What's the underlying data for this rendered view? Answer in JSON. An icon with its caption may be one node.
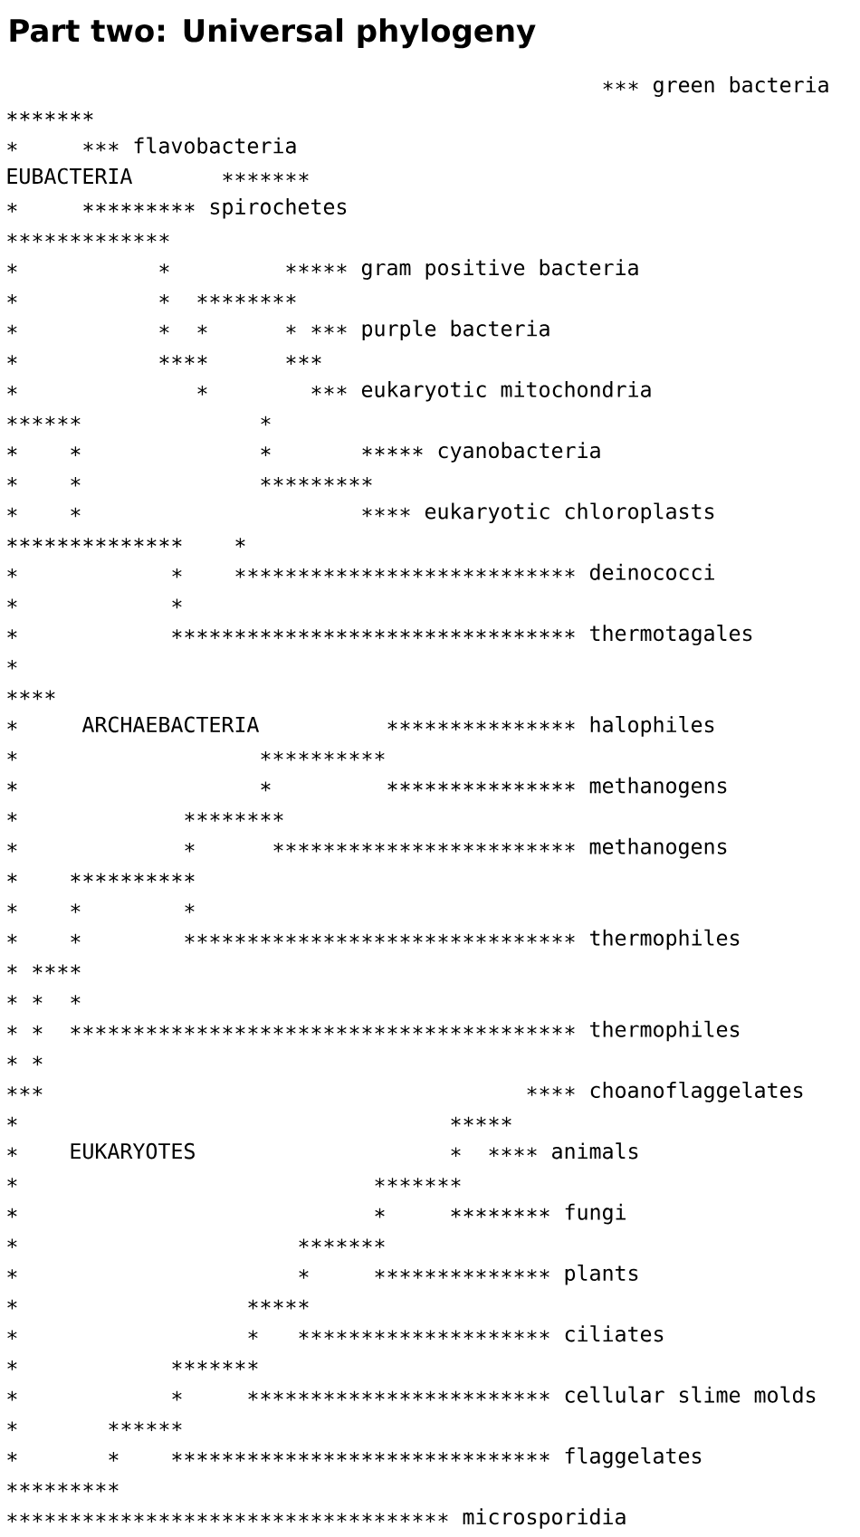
{
  "diagram": {
    "title": "Part two: Universal phylogeny",
    "labels": [
      "                                               ∗∗∗ green bacteria",
      "∗∗∗∗∗∗∗",
      "∗     ∗∗∗ flavobacteria",
      "EUBACTERIA       ∗∗∗∗∗∗∗",
      "∗     ∗∗∗∗∗∗∗∗∗ spirochetes",
      "∗∗∗∗∗∗∗∗∗∗∗∗∗",
      "∗           ∗         ∗∗∗∗∗ gram positive bacteria",
      "∗           ∗  ∗∗∗∗∗∗∗∗",
      "∗           ∗  ∗      ∗ ∗∗∗ purple bacteria",
      "∗           ∗∗∗∗      ∗∗∗",
      "∗              ∗        ∗∗∗ eukaryotic mitochondria",
      "∗∗∗∗∗∗              ∗",
      "∗    ∗              ∗       ∗∗∗∗∗ cyanobacteria",
      "∗    ∗              ∗∗∗∗∗∗∗∗∗",
      "∗    ∗                      ∗∗∗∗ eukaryotic chloroplasts",
      "∗∗∗∗∗∗∗∗∗∗∗∗∗∗    ∗",
      "∗            ∗    ∗∗∗∗∗∗∗∗∗∗∗∗∗∗∗∗∗∗∗∗∗∗∗∗∗∗∗ deinococci",
      "∗            ∗",
      "∗            ∗∗∗∗∗∗∗∗∗∗∗∗∗∗∗∗∗∗∗∗∗∗∗∗∗∗∗∗∗∗∗∗ thermotagales",
      "∗",
      "∗∗∗∗",
      "∗     ARCHAEBACTERIA          ∗∗∗∗∗∗∗∗∗∗∗∗∗∗∗ halophiles",
      "∗                   ∗∗∗∗∗∗∗∗∗∗",
      "∗                   ∗         ∗∗∗∗∗∗∗∗∗∗∗∗∗∗∗ methanogens",
      "∗             ∗∗∗∗∗∗∗∗",
      "∗             ∗      ∗∗∗∗∗∗∗∗∗∗∗∗∗∗∗∗∗∗∗∗∗∗∗∗ methanogens",
      "∗    ∗∗∗∗∗∗∗∗∗∗",
      "∗    ∗        ∗",
      "∗    ∗        ∗∗∗∗∗∗∗∗∗∗∗∗∗∗∗∗∗∗∗∗∗∗∗∗∗∗∗∗∗∗∗ thermophiles",
      "∗ ∗∗∗∗",
      "∗ ∗  ∗",
      "∗ ∗  ∗∗∗∗∗∗∗∗∗∗∗∗∗∗∗∗∗∗∗∗∗∗∗∗∗∗∗∗∗∗∗∗∗∗∗∗∗∗∗∗ thermophiles",
      "∗ ∗",
      "∗∗∗                                      ∗∗∗∗ choanoflaggelates",
      "∗                                  ∗∗∗∗∗",
      "∗    EUKARYOTES                    ∗  ∗∗∗∗ animals",
      "∗                            ∗∗∗∗∗∗∗",
      "∗                            ∗     ∗∗∗∗∗∗∗∗ fungi",
      "∗                      ∗∗∗∗∗∗∗",
      "∗                      ∗     ∗∗∗∗∗∗∗∗∗∗∗∗∗∗ plants",
      "∗                  ∗∗∗∗∗",
      "∗                  ∗   ∗∗∗∗∗∗∗∗∗∗∗∗∗∗∗∗∗∗∗∗ ciliates",
      "∗            ∗∗∗∗∗∗∗",
      "∗            ∗     ∗∗∗∗∗∗∗∗∗∗∗∗∗∗∗∗∗∗∗∗∗∗∗∗ cellular slime molds",
      "∗       ∗∗∗∗∗∗",
      "∗       ∗    ∗∗∗∗∗∗∗∗∗∗∗∗∗∗∗∗∗∗∗∗∗∗∗∗∗∗∗∗∗∗ flaggelates",
      "∗∗∗∗∗∗∗∗∗",
      "∗∗∗∗∗∗∗∗∗∗∗∗∗∗∗∗∗∗∗∗∗∗∗∗∗∗∗∗∗∗∗∗∗∗∗ microsporidia"
    ]
  }
}
